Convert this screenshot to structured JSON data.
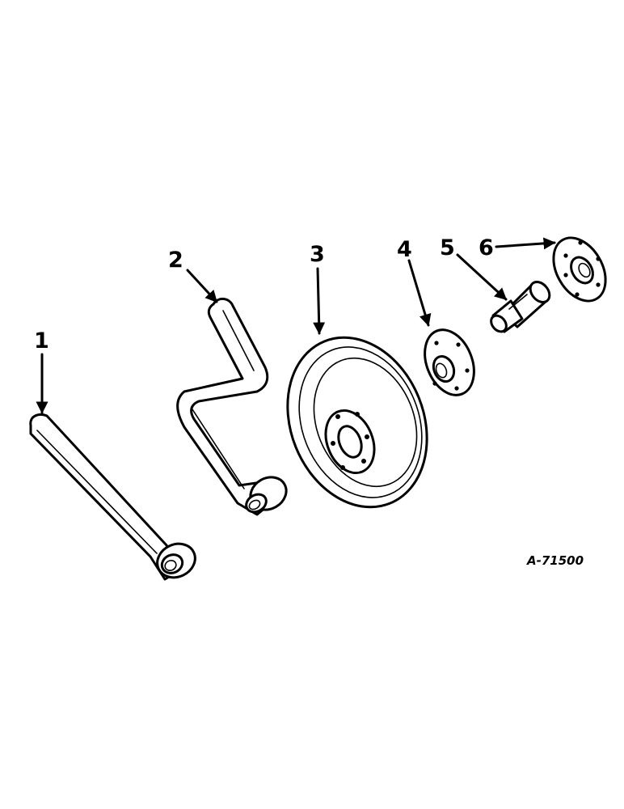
{
  "figure": {
    "reference_number": "A-71500",
    "callouts": [
      {
        "id": "1",
        "label": "1"
      },
      {
        "id": "2",
        "label": "2"
      },
      {
        "id": "3",
        "label": "3"
      },
      {
        "id": "4",
        "label": "4"
      },
      {
        "id": "5",
        "label": "5"
      },
      {
        "id": "6",
        "label": "6"
      }
    ]
  }
}
